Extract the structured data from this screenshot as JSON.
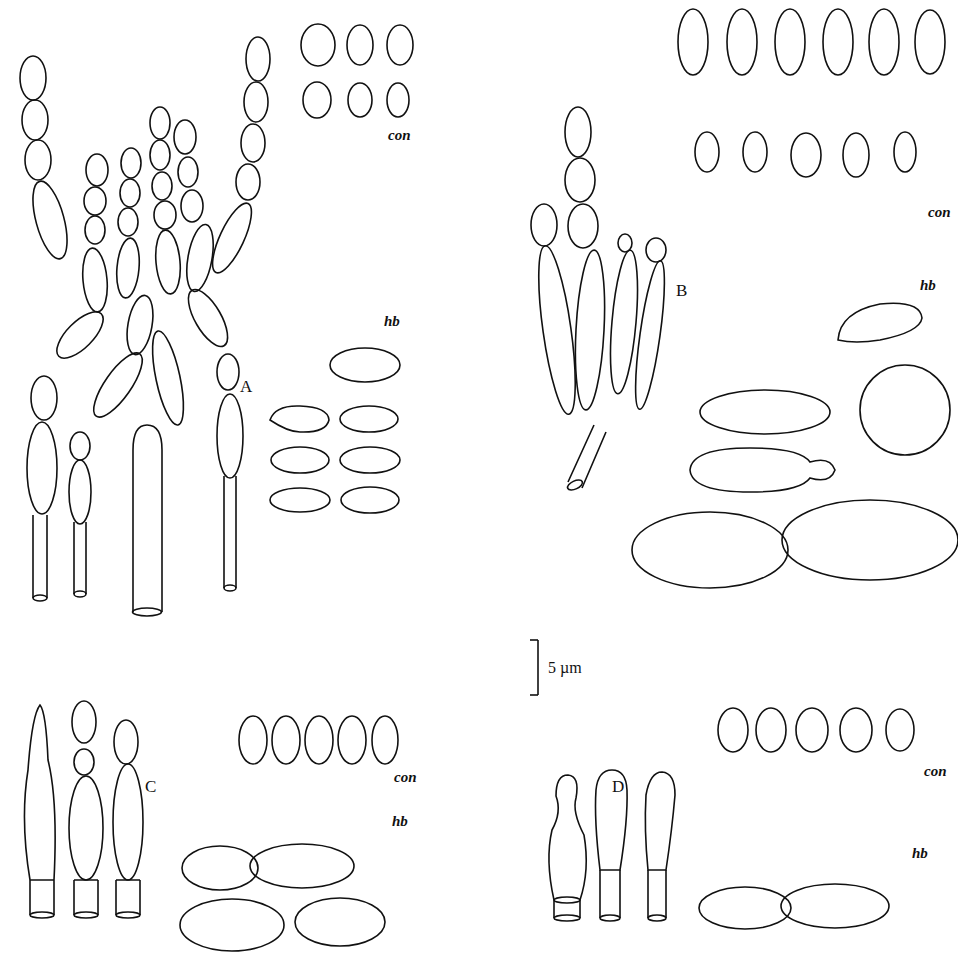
{
  "diagram": {
    "labels": [
      "A",
      "con",
      "hb",
      "B",
      "con",
      "hb",
      "5 µm",
      "C",
      "con",
      "hb",
      "D",
      "con",
      "hb"
    ]
  }
}
